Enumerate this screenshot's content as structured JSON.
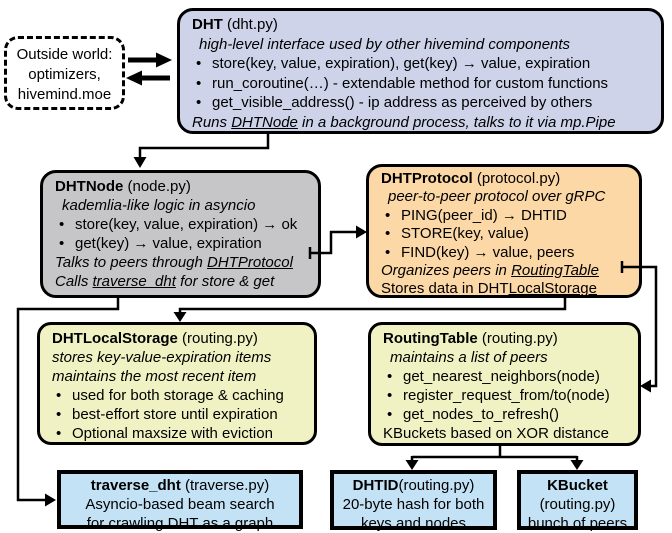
{
  "glyphs": {
    "bullet": "•"
  },
  "colors": {
    "dht_box": "#ced3ea",
    "node_box": "#c6c6c8",
    "protocol_box": "#fdd8a7",
    "storage_box": "#f1f2c3",
    "routing_box": "#f1f2c3",
    "bottom_boxes": "#c3e2f5",
    "border_and_arrows": "#000000",
    "background": "#ffffff"
  },
  "outside": {
    "lines": [
      "Outside world:",
      "optimizers,",
      "hivemind.moe"
    ]
  },
  "dht": {
    "title": "DHT",
    "file": " (dht.py)",
    "subtitle": "high-level interface used by other hivemind components",
    "bullets": [
      "store(key, value, expiration), get(key) → value, expiration",
      "run_coroutine(…) - extendable method for custom functions",
      "get_visible_address() - ip address as perceived by others"
    ],
    "footer_prefix": "Runs ",
    "footer_link": "DHTNode",
    "footer_suffix": " in a background process, talks to it via mp.Pipe"
  },
  "node": {
    "title": "DHTNode",
    "file": " (node.py)",
    "subtitle": "kademlia-like logic in asyncio",
    "bullets": [
      "store(key, value, expiration) → ok",
      "get(key) → value, expiration"
    ],
    "note1_prefix": "Talks to peers through ",
    "note1_link": "DHTProtocol",
    "note2_prefix": "Calls ",
    "note2_link": "traverse_dht",
    "note2_suffix": " for store & get"
  },
  "protocol": {
    "title": "DHTProtocol",
    "file": " (protocol.py)",
    "subtitle": "peer-to-peer protocol over gRPC",
    "bullets": [
      "PING(peer_id) → DHTID",
      "STORE(key, value)",
      "FIND(key) → value, peers"
    ],
    "note1_prefix": "Organizes peers in ",
    "note1_link": "RoutingTable",
    "note2_prefix": "Stores data in DHT",
    "note2_link": "LocalStorage"
  },
  "storage": {
    "title": "DHTLocalStorage",
    "file": " (routing.py)",
    "subtitle1": "stores key-value-expiration items",
    "subtitle2": "maintains the most recent item",
    "bullets": [
      "used for both storage & caching",
      "best-effort store until expiration",
      "Optional maxsize with eviction"
    ]
  },
  "routing": {
    "title": "RoutingTable",
    "file": " (routing.py)",
    "subtitle": "maintains a list of peers",
    "bullets": [
      "get_nearest_neighbors(node)",
      "register_request_from/to(node)",
      "get_nodes_to_refresh()"
    ],
    "footer": "KBuckets based on XOR distance"
  },
  "traverse": {
    "title": "traverse_dht",
    "file": " (traverse.py)",
    "lines": [
      "Asyncio-based beam search",
      "for crawling DHT as a graph"
    ]
  },
  "dhtid": {
    "title": "DHTID",
    "file": "(routing.py)",
    "lines": [
      "20-byte hash for both",
      "keys and nodes"
    ]
  },
  "kbucket": {
    "title": "KBucket",
    "lines": [
      "(routing.py)",
      "bunch of peers"
    ]
  }
}
